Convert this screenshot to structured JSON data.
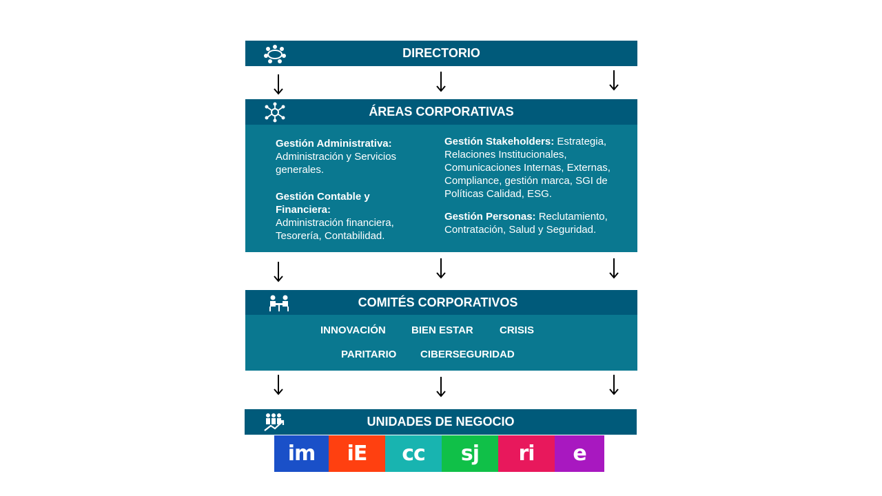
{
  "directorio": {
    "title": "DIRECTORIO"
  },
  "areas": {
    "title": "ÁREAS CORPORATIVAS",
    "left": [
      {
        "heading": "Gestión Administrativa:",
        "body": "Administración y Servicios generales."
      },
      {
        "heading": "Gestión Contable y Financiera:",
        "body": "Administración financiera, Tesorería,  Contabilidad."
      }
    ],
    "right": [
      {
        "heading": "Gestión Stakeholders:",
        "body": "Estrategia, Relaciones Institucionales, Comunicaciones Internas,  Externas, Compliance, gestión marca, SGI de Políticas Calidad, ESG."
      },
      {
        "heading": "Gestión Personas:",
        "body": "Reclutamiento, Contratación, Salud y Seguridad."
      }
    ]
  },
  "comites": {
    "title": "COMITÉS CORPORATIVOS",
    "items": [
      "INNOVACIÓN",
      "BIEN ESTAR",
      "CRISIS",
      "PARITARIO",
      "CIBERSEGURIDAD"
    ]
  },
  "unidades": {
    "title": "UNIDADES DE NEGOCIO",
    "logos": [
      {
        "text": "im",
        "color": "#1a50c8"
      },
      {
        "text": "iE",
        "color": "#ff4010"
      },
      {
        "text": "cc",
        "color": "#18b4b0"
      },
      {
        "text": "sj",
        "color": "#10c048"
      },
      {
        "text": "ri",
        "color": "#e8185c"
      },
      {
        "text": "e",
        "color": "#a818c0"
      }
    ]
  },
  "colors": {
    "header": "#005a7a",
    "panel": "#0a7890"
  }
}
